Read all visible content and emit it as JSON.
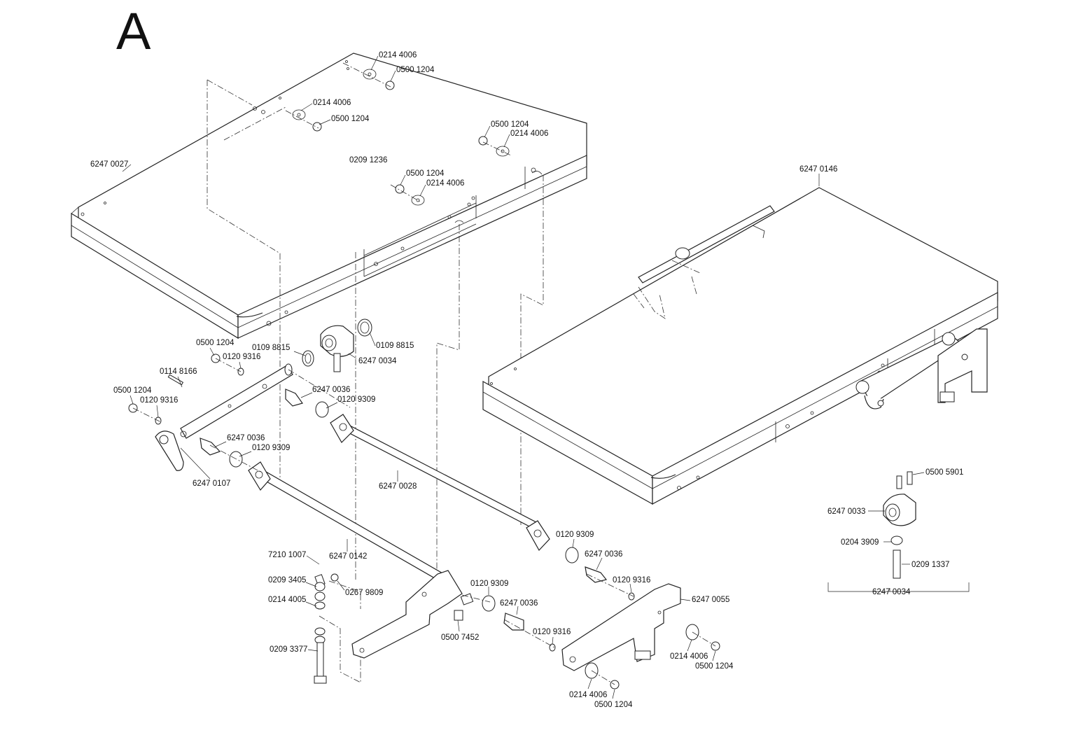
{
  "section_letter": "A",
  "labels": {
    "l01": "0214 4006",
    "l02": "0500 1204",
    "l03": "0214 4006",
    "l04": "0500 1204",
    "l05": "0500 1204",
    "l06": "0214 4006",
    "l07": "6247 0027",
    "l08": "0209 1236",
    "l09": "0500 1204",
    "l10": "0214 4006",
    "l11": "6247 0146",
    "l12": "0500 1204",
    "l13": "0109 8815",
    "l14": "0109 8815",
    "l15": "0120 9316",
    "l16": "6247 0034",
    "l17": "0114 8166",
    "l18": "6247 0036",
    "l19": "0500 1204",
    "l20": "0120 9316",
    "l21": "0120 9309",
    "l22": "6247 0036",
    "l23": "0120 9309",
    "l24": "6247 0107",
    "l25": "6247 0028",
    "l26": "0500 5901",
    "l27": "6247 0033",
    "l28": "0204 3909",
    "l29": "0209 1337",
    "l30": "6247 0034",
    "l31": "0120 9309",
    "l32": "6247 0036",
    "l33": "7210 1007",
    "l34": "6247 0142",
    "l35": "0120 9316",
    "l36": "0209 3405",
    "l37": "0267 9809",
    "l38": "0120 9309",
    "l39": "6247 0055",
    "l40": "0214 4005",
    "l41": "6247 0036",
    "l42": "0500 7452",
    "l43": "0120 9316",
    "l44": "0209 3377",
    "l45": "0214 4006",
    "l46": "0500 1204",
    "l47": "0214 4006",
    "l48": "0500 1204"
  }
}
